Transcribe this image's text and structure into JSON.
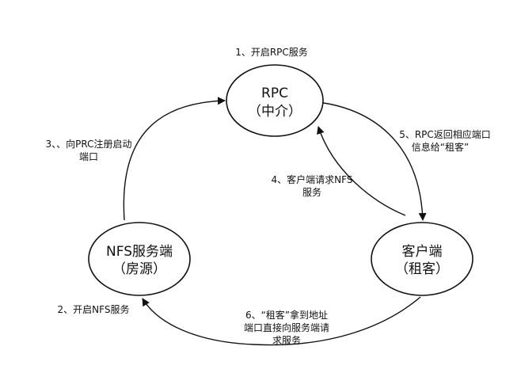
{
  "nodes": {
    "rpc": {
      "line1": "RPC",
      "line2": "（中介）"
    },
    "nfs_server": {
      "line1": "NFS服务端",
      "line2": "（房源）"
    },
    "client": {
      "line1": "客户端",
      "line2": "（租客）"
    }
  },
  "steps": {
    "step1": {
      "lines": [
        "1、开启RPC服务"
      ]
    },
    "step2": {
      "lines": [
        "2、开启NFS服务"
      ]
    },
    "step3": {
      "lines": [
        "3、、向PRC注册启动",
        "端口"
      ]
    },
    "step4": {
      "lines": [
        "4、客户端请求NFS",
        "服务"
      ]
    },
    "step5": {
      "lines": [
        "5、RPC返回相应端口",
        "信息给“租客”"
      ]
    },
    "step6": {
      "lines": [
        "6、“租客”拿到地址",
        "端口直接向服务端请",
        "求服务"
      ]
    }
  },
  "colors": {
    "stroke": "#111111",
    "background": "#ffffff"
  }
}
